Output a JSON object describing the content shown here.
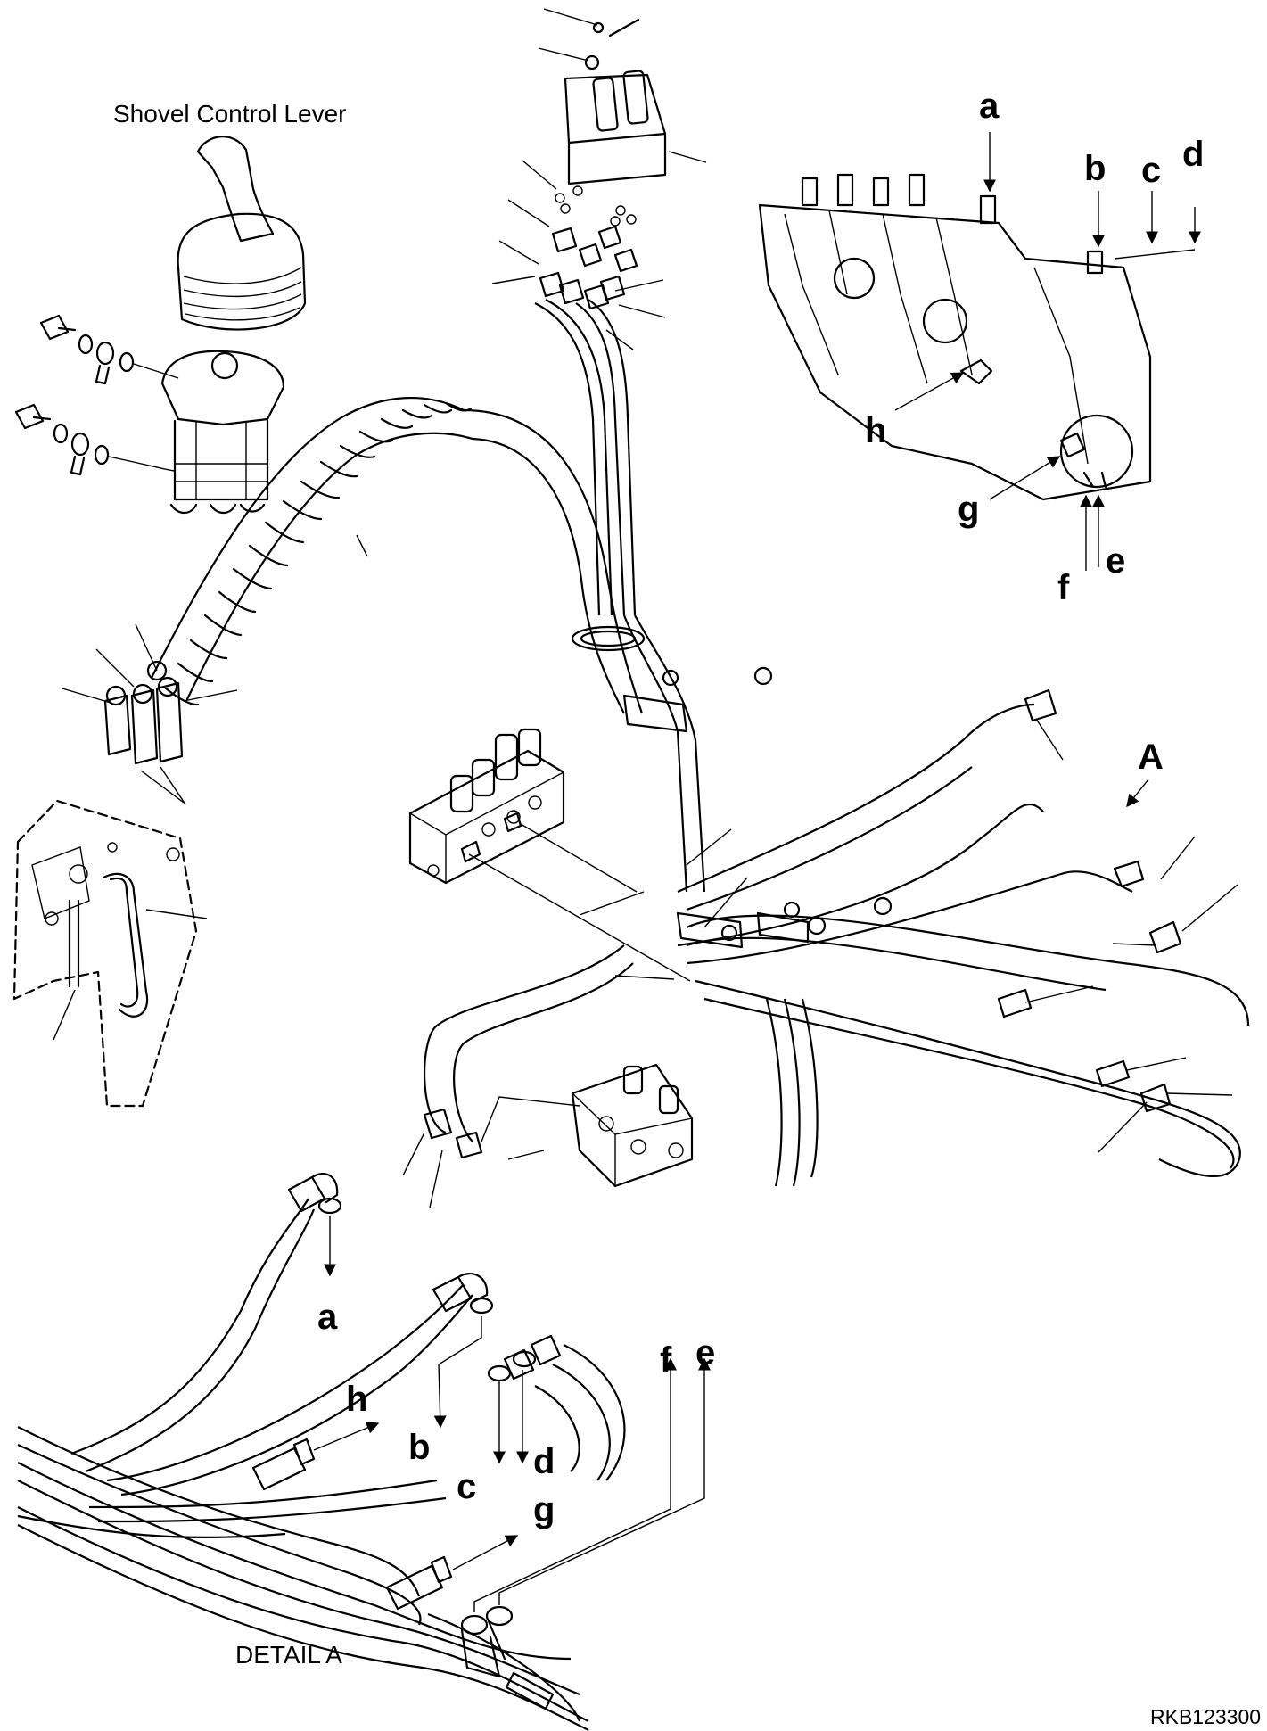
{
  "title": "Shovel Control Lever",
  "detail_caption": "DETAIL A",
  "figure_code": "RKB123300",
  "view_marker": "A",
  "port_labels": {
    "a": "a",
    "b": "b",
    "c": "c",
    "d": "d",
    "e": "e",
    "f": "f",
    "g": "g",
    "h": "h"
  }
}
